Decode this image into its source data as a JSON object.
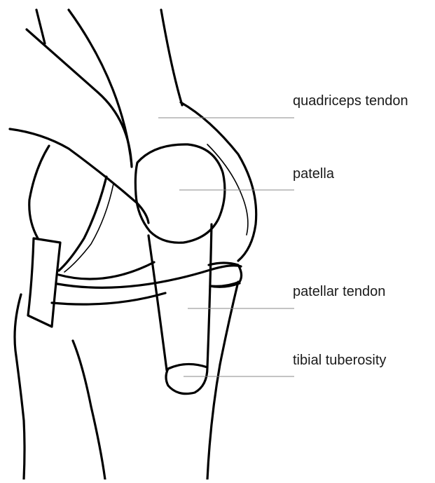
{
  "labels": {
    "quadriceps_tendon": "quadriceps tendon",
    "patella": "patella",
    "patellar_tendon": "patellar tendon",
    "tibial_tuberosity": "tibial tuberosity"
  },
  "colors": {
    "background": "#ffffff",
    "outline": "#000000",
    "leader_line": "#8a8a8a",
    "label_text": "#1a1a1a"
  }
}
